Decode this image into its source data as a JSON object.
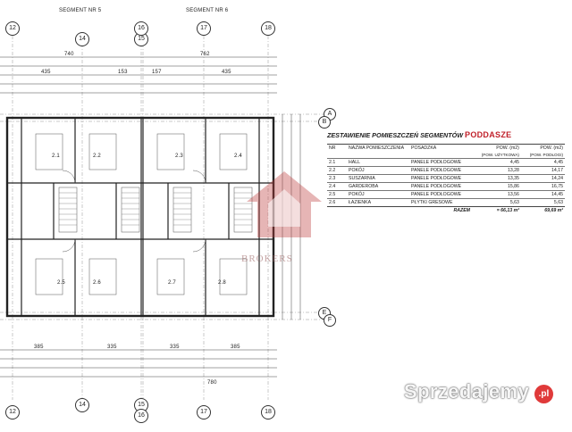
{
  "segments": [
    {
      "label": "SEGMENT NR 5"
    },
    {
      "label": "SEGMENT NR 6"
    }
  ],
  "axes_top": [
    "12",
    "14",
    "15",
    "16",
    "17",
    "18"
  ],
  "axes_bottom": [
    "12",
    "14",
    "15",
    "16",
    "17",
    "18"
  ],
  "axes_right": [
    "A",
    "B",
    "E",
    "F"
  ],
  "dims_top_row1": [
    "740",
    "762"
  ],
  "dims_top_row2": [
    "435",
    "153",
    "157",
    "435"
  ],
  "dims_bottom_row1": [
    "385",
    "335",
    "335",
    "385"
  ],
  "dims_bottom_row2": [
    "780"
  ],
  "room_codes": [
    "2.1",
    "2.2",
    "2.3",
    "2.4",
    "2.5",
    "2.6",
    "2.7",
    "2.8"
  ],
  "table": {
    "title": "ZESTAWIENIE POMIESZCZEŃ SEGMENTÓW",
    "title_accent": "PODDASZE",
    "headers": {
      "nr": "NR",
      "name": "NAZWA POMIESZCZENIA",
      "floor": "POSADZKA",
      "area_usable": "POW. (m2)",
      "area_floor": "POW. (m2)"
    },
    "subheaders": {
      "area_usable": "(POW. UŻYTKOWA)",
      "area_floor": "(POW. PODŁOGI)"
    },
    "rows": [
      {
        "nr": "2.1",
        "name": "HALL",
        "floor": "PANELE PODŁOGOWE",
        "usable": "4,45",
        "floor_area": "4,45"
      },
      {
        "nr": "2.2",
        "name": "POKÓJ",
        "floor": "PANELE PODŁOGOWE",
        "usable": "13,28",
        "floor_area": "14,17"
      },
      {
        "nr": "2.3",
        "name": "SUSZARNIA",
        "floor": "PANELE PODŁOGOWE",
        "usable": "13,35",
        "floor_area": "14,24"
      },
      {
        "nr": "2.4",
        "name": "GARDEROBA",
        "floor": "PANELE PODŁOGOWE",
        "usable": "15,86",
        "floor_area": "16,75"
      },
      {
        "nr": "2.5",
        "name": "POKÓJ",
        "floor": "PANELE PODŁOGOWE",
        "usable": "13,56",
        "floor_area": "14,45"
      },
      {
        "nr": "2.6",
        "name": "ŁAZIENKA",
        "floor": "PŁYTKI GRESOWE",
        "usable": "5,63",
        "floor_area": "5,63"
      }
    ],
    "total": {
      "label": "RAZEM",
      "usable": "= 66,13 m²",
      "floor_area": "69,69 m²"
    }
  },
  "watermark": {
    "text": "BROKERS"
  },
  "site_logo": {
    "text": "Sprzedajemy",
    "badge": ".pl"
  },
  "colors": {
    "accent": "#c0202a",
    "watermark": "#b04040",
    "badge": "#e03a3a",
    "plan_line": "#333333"
  }
}
